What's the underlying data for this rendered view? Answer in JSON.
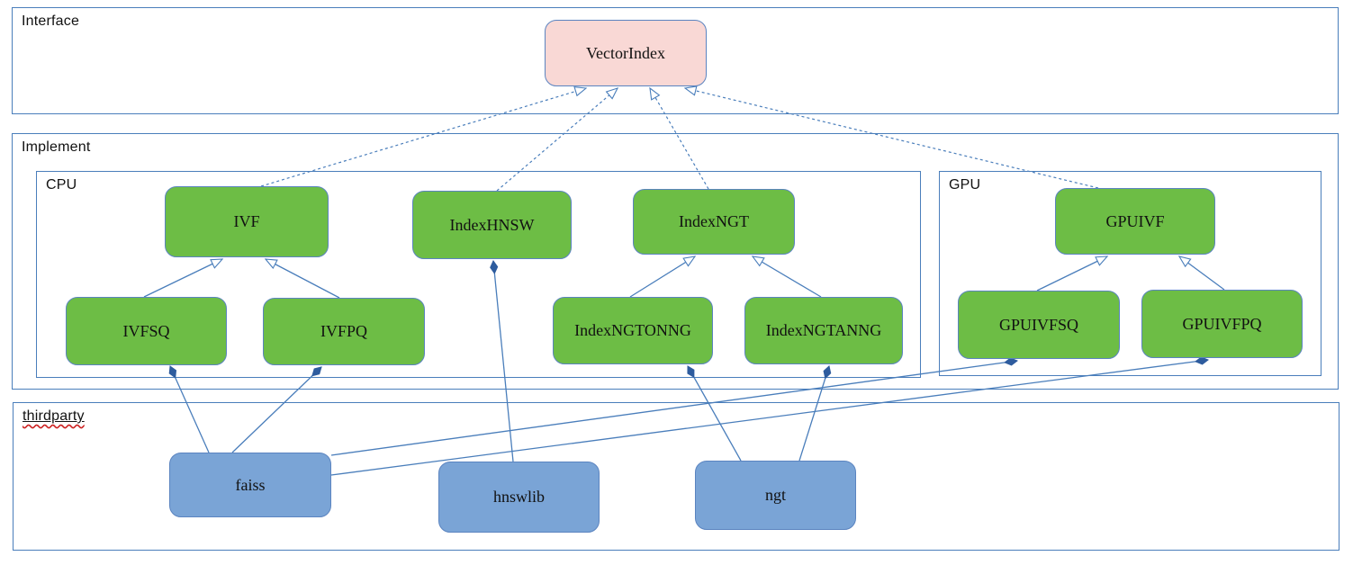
{
  "containers": {
    "interface": "Interface",
    "implement": "Implement",
    "cpu": "CPU",
    "gpu": "GPU",
    "thirdparty": "thirdparty"
  },
  "nodes": {
    "vectorindex": "VectorIndex",
    "ivf": "IVF",
    "indexhnsw": "IndexHNSW",
    "indexngt": "IndexNGT",
    "gpuivf": "GPUIVF",
    "ivfsq": "IVFSQ",
    "ivfpq": "IVFPQ",
    "indexngtonng": "IndexNGTONNG",
    "indexngtanng": "IndexNGTANNG",
    "gpuivfsq": "GPUIVFSQ",
    "gpuivfpq": "GPUIVFPQ",
    "faiss": "faiss",
    "hnswlib": "hnswlib",
    "ngt": "ngt"
  },
  "edges": [
    {
      "from": "IVF",
      "to": "VectorIndex",
      "type": "realization"
    },
    {
      "from": "IndexHNSW",
      "to": "VectorIndex",
      "type": "realization"
    },
    {
      "from": "IndexNGT",
      "to": "VectorIndex",
      "type": "realization"
    },
    {
      "from": "GPUIVF",
      "to": "VectorIndex",
      "type": "realization"
    },
    {
      "from": "IVFSQ",
      "to": "IVF",
      "type": "inheritance"
    },
    {
      "from": "IVFPQ",
      "to": "IVF",
      "type": "inheritance"
    },
    {
      "from": "IndexNGTONNG",
      "to": "IndexNGT",
      "type": "inheritance"
    },
    {
      "from": "IndexNGTANNG",
      "to": "IndexNGT",
      "type": "inheritance"
    },
    {
      "from": "GPUIVFSQ",
      "to": "GPUIVF",
      "type": "inheritance"
    },
    {
      "from": "GPUIVFPQ",
      "to": "GPUIVF",
      "type": "inheritance"
    },
    {
      "from": "faiss",
      "to": "IVFSQ",
      "type": "composition"
    },
    {
      "from": "faiss",
      "to": "IVFPQ",
      "type": "composition"
    },
    {
      "from": "faiss",
      "to": "GPUIVFSQ",
      "type": "composition"
    },
    {
      "from": "faiss",
      "to": "GPUIVFPQ",
      "type": "composition"
    },
    {
      "from": "hnswlib",
      "to": "IndexHNSW",
      "type": "composition"
    },
    {
      "from": "ngt",
      "to": "IndexNGTONNG",
      "type": "composition"
    },
    {
      "from": "ngt",
      "to": "IndexNGTANNG",
      "type": "composition"
    }
  ],
  "colors": {
    "node_green": "#6dbd45",
    "node_pink": "#f9d8d5",
    "node_blue": "#7aa4d6",
    "border_blue": "#4a7ebb",
    "line_blue": "#4a7ebb",
    "diamond_blue": "#2e5c9e",
    "spellcheck_red": "#cc2020"
  }
}
